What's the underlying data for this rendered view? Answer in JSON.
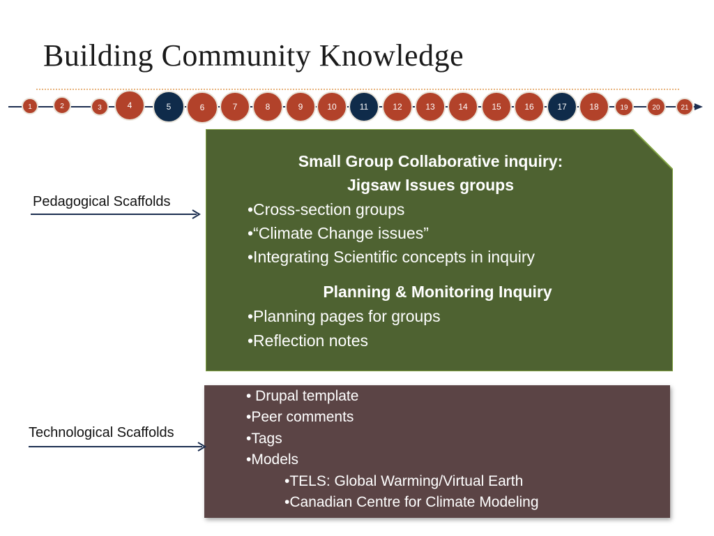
{
  "title": "Building Community Knowledge",
  "timeline": {
    "nodes": [
      {
        "label": "1",
        "color": "#b2422a",
        "dark": false
      },
      {
        "label": "2",
        "color": "#b2422a",
        "dark": false
      },
      {
        "label": "3",
        "color": "#b2422a",
        "dark": false
      },
      {
        "label": "4",
        "color": "#b2422a",
        "dark": false
      },
      {
        "label": "5",
        "color": "#0f2b4a",
        "dark": true
      },
      {
        "label": "6",
        "color": "#b2422a",
        "dark": false
      },
      {
        "label": "7",
        "color": "#b2422a",
        "dark": false
      },
      {
        "label": "8",
        "color": "#b2422a",
        "dark": false
      },
      {
        "label": "9",
        "color": "#b2422a",
        "dark": false
      },
      {
        "label": "10",
        "color": "#b2422a",
        "dark": false
      },
      {
        "label": "11",
        "color": "#0f2b4a",
        "dark": true
      },
      {
        "label": "12",
        "color": "#b2422a",
        "dark": false
      },
      {
        "label": "13",
        "color": "#b2422a",
        "dark": false
      },
      {
        "label": "14",
        "color": "#b2422a",
        "dark": false
      },
      {
        "label": "15",
        "color": "#b2422a",
        "dark": false
      },
      {
        "label": "16",
        "color": "#b2422a",
        "dark": false
      },
      {
        "label": "17",
        "color": "#0f2b4a",
        "dark": true
      },
      {
        "label": "18",
        "color": "#b2422a",
        "dark": false
      },
      {
        "label": "19",
        "color": "#b2422a",
        "dark": false
      },
      {
        "label": "20",
        "color": "#b2422a",
        "dark": false
      },
      {
        "label": "21",
        "color": "#b2422a",
        "dark": false
      }
    ]
  },
  "pedagogical": {
    "label": "Pedagogical Scaffolds",
    "box_color": "#4e6231",
    "heading1_line1": "Small Group Collaborative inquiry:",
    "heading1_line2": "Jigsaw Issues groups",
    "bullets1": [
      "•Cross-section groups",
      "•“Climate Change issues”",
      "•Integrating Scientific concepts in inquiry"
    ],
    "heading2": "Planning & Monitoring Inquiry",
    "bullets2": [
      "•Planning pages for groups",
      "•Reflection notes"
    ]
  },
  "technological": {
    "label": "Technological Scaffolds",
    "box_color": "#5b4445",
    "items": [
      "• Drupal template",
      "•Peer comments",
      "•Tags",
      "•Models"
    ],
    "sub_items": [
      "•TELS: Global Warming/Virtual Earth",
      "•Canadian Centre for Climate Modeling"
    ]
  }
}
